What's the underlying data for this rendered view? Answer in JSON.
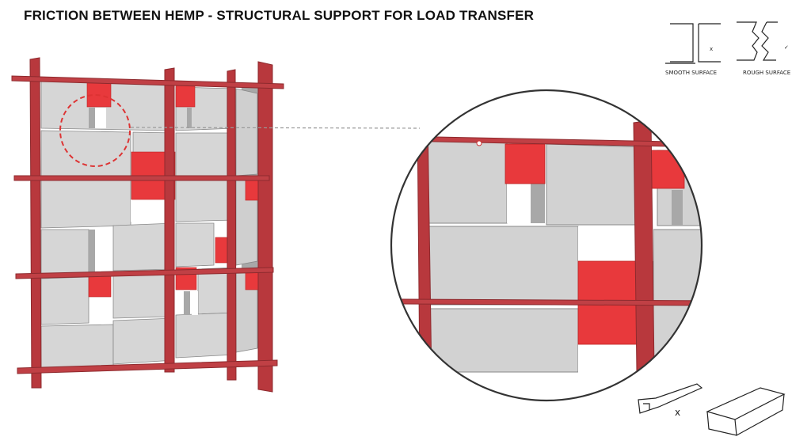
{
  "title": "FRICTION BETWEEN HEMP - STRUCTURAL SUPPORT FOR LOAD TRANSFER",
  "annotations": {
    "smooth_surface": "SMOOTH SURFACE",
    "rough_surface": "ROUGH SURFACE",
    "smooth_mark": "x",
    "rough_mark": "✓",
    "tool_mark": "x"
  },
  "colors": {
    "frame": "#b8383d",
    "frame_dark": "#8e2a2e",
    "panel": "#d6d6d6",
    "panel_shade": "#a8a8a8",
    "accent_block": "#e8393c",
    "sketch": "#222222"
  },
  "icons": {
    "smooth-joint": "smooth-joint-sketch-icon",
    "rough-joint": "rough-joint-sketch-icon",
    "tool": "tool-sketch-icon",
    "hemp-block": "hemp-block-sketch-icon"
  }
}
